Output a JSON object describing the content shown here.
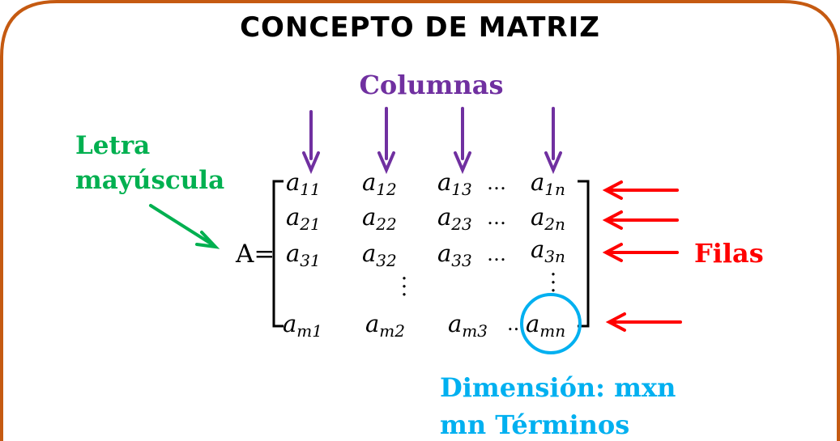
{
  "title": "CONCEPTO DE MATRIZ",
  "labels": {
    "columnas": "Columnas",
    "letra_line1": "Letra",
    "letra_line2": "mayúscula",
    "filas": "Filas",
    "dimension": "Dimensión: mxn",
    "terminos": "mn Términos"
  },
  "matrix": {
    "name": "A=",
    "row1": [
      {
        "b": "a",
        "s": "11"
      },
      {
        "b": "a",
        "s": "12"
      },
      {
        "b": "a",
        "s": "13"
      },
      {
        "b": "a",
        "s": "1n"
      }
    ],
    "row2": [
      {
        "b": "a",
        "s": "21"
      },
      {
        "b": "a",
        "s": "22"
      },
      {
        "b": "a",
        "s": "23"
      },
      {
        "b": "a",
        "s": "2n"
      }
    ],
    "row3": [
      {
        "b": "a",
        "s": "31"
      },
      {
        "b": "a",
        "s": "32"
      },
      {
        "b": "a",
        "s": "33"
      },
      {
        "b": "a",
        "s": "3n"
      }
    ],
    "rowm": [
      {
        "b": "a",
        "s": "m1"
      },
      {
        "b": "a",
        "s": "m2"
      },
      {
        "b": "a",
        "s": "m3"
      },
      {
        "b": "a",
        "s": "mn"
      }
    ],
    "hdots": "…",
    "hdots_short": ".."
  },
  "colors": {
    "frame": "#c55a11",
    "columnas": "#7030a0",
    "letra": "#00b050",
    "filas": "#ff0000",
    "dimension": "#00b0f0",
    "black": "#000000"
  }
}
